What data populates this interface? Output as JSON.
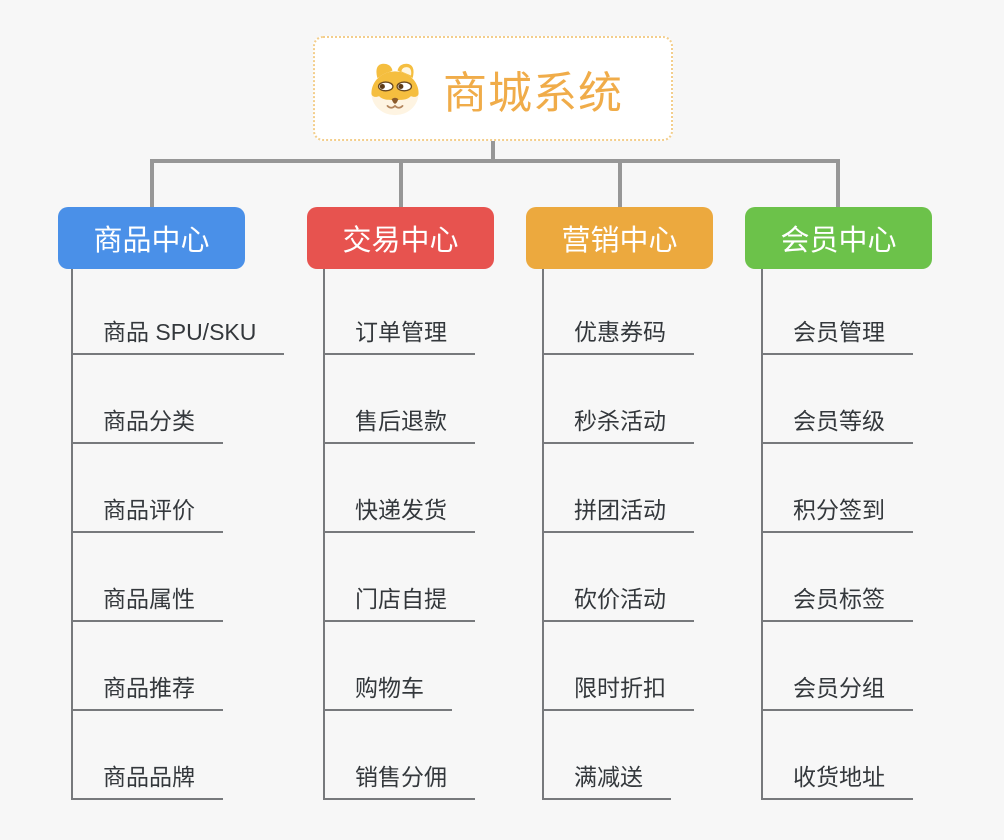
{
  "root": {
    "title": "商城系统",
    "icon": "shiba-dog-icon",
    "text_color": "#F0AC49",
    "border_color": "#F3CE8C"
  },
  "branches": [
    {
      "label": "商品中心",
      "color": "#4A90E8",
      "items": [
        "商品 SPU/SKU",
        "商品分类",
        "商品评价",
        "商品属性",
        "商品推荐",
        "商品品牌"
      ]
    },
    {
      "label": "交易中心",
      "color": "#E7534F",
      "items": [
        "订单管理",
        "售后退款",
        "快递发货",
        "门店自提",
        "购物车",
        "销售分佣"
      ]
    },
    {
      "label": "营销中心",
      "color": "#ECA93E",
      "items": [
        "优惠券码",
        "秒杀活动",
        "拼团活动",
        "砍价活动",
        "限时折扣",
        "满减送"
      ]
    },
    {
      "label": "会员中心",
      "color": "#6CC24A",
      "items": [
        "会员管理",
        "会员等级",
        "积分签到",
        "会员标签",
        "会员分组",
        "收货地址"
      ]
    }
  ],
  "colors": {
    "connector": "#979797",
    "leaf_line": "#77797C",
    "leaf_text": "#34383C",
    "canvas_bg": "#F7F7F7"
  }
}
